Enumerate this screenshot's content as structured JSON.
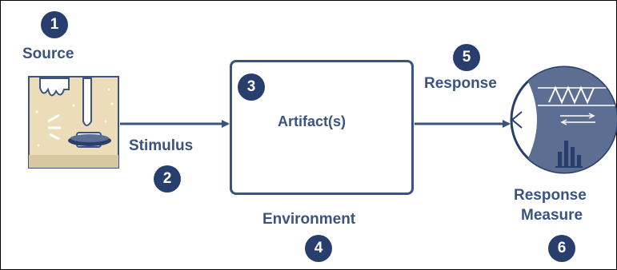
{
  "colors": {
    "navy": "#283f6e",
    "label": "#3a5380",
    "beige": "#eddcb8",
    "panel": "#5c6e91"
  },
  "nodes": {
    "source": {
      "number": "1",
      "label": "Source"
    },
    "stimulus": {
      "number": "2",
      "label": "Stimulus"
    },
    "artifact": {
      "number": "3",
      "label": "Artifact(s)"
    },
    "environment": {
      "number": "4",
      "label": "Environment"
    },
    "response": {
      "number": "5",
      "label": "Response"
    },
    "response_measure": {
      "number": "6",
      "label_line1": "Response",
      "label_line2": "Measure"
    }
  },
  "icons": {
    "source": "lab-equipment-icon",
    "measure": "measurement-gauge-icon"
  }
}
